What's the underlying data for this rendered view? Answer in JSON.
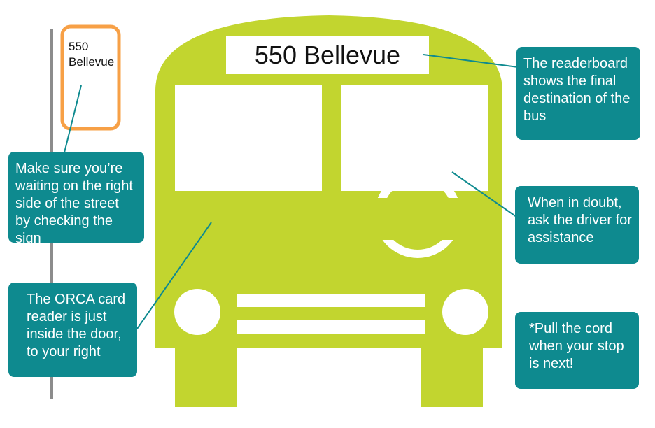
{
  "colors": {
    "bus": "#c2d52f",
    "callout": "#0e8a8f",
    "sign_border": "#f7a046",
    "pole": "#8c8c8c",
    "text_light": "#ffffff"
  },
  "sign": {
    "line1": "550",
    "line2": "Bellevue"
  },
  "readerboard": {
    "text": "550 Bellevue"
  },
  "callouts": {
    "readerboard": "The readerboard shows the final destination of the bus",
    "sign": "Make sure you’re waiting on the right side of the street by checking the sign",
    "driver": "When in doubt, ask the driver for assistance",
    "orca": "The ORCA card reader is just inside the door, to your right",
    "cord": "*Pull the cord when your stop is next!"
  }
}
